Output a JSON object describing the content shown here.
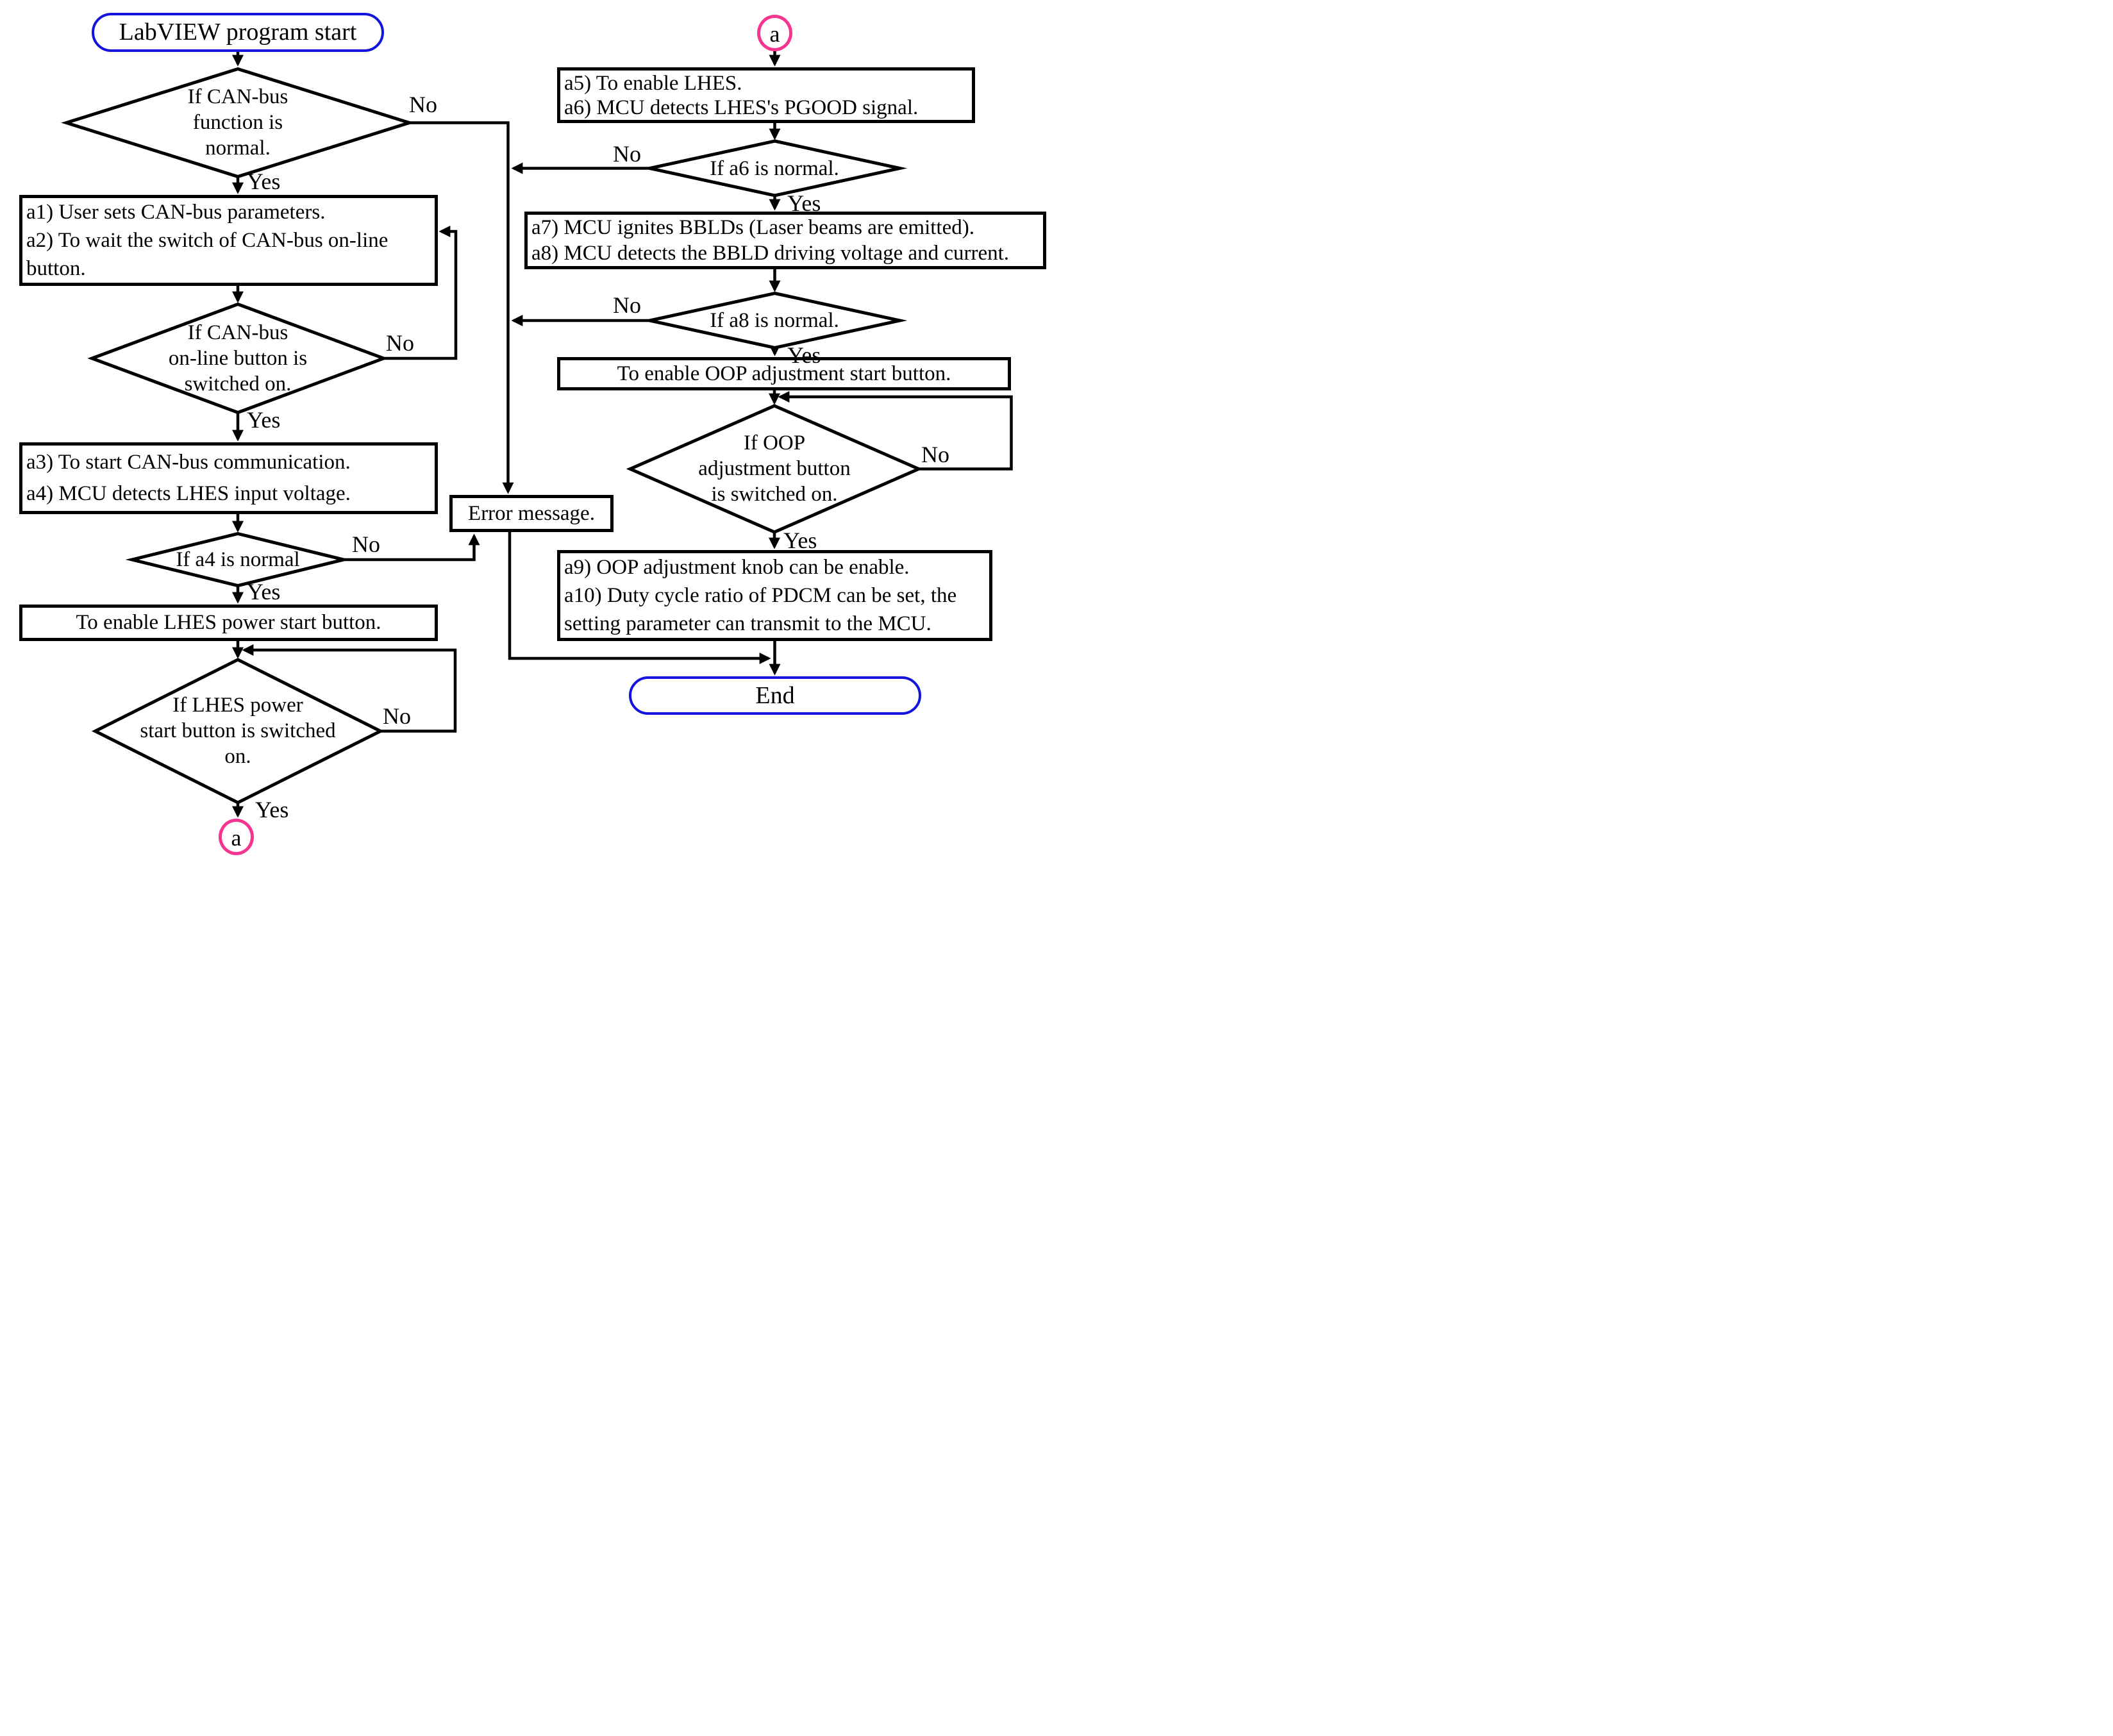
{
  "title": "LabVIEW control program flowchart",
  "labels": {
    "yes": "Yes",
    "no": "No"
  },
  "colors": {
    "terminator_border": "#1414dc",
    "connector_border": "#f5358f",
    "shape_stroke": "#000000",
    "background": "#ffffff"
  },
  "nodes": {
    "start": {
      "label": "LabVIEW program start"
    },
    "d1": {
      "lines": [
        "If CAN-bus",
        "function is",
        "normal."
      ]
    },
    "a12": {
      "lines": [
        "a1) User sets CAN-bus parameters.",
        "a2) To wait the switch of CAN-bus on-line",
        "button."
      ]
    },
    "d2": {
      "lines": [
        "If CAN-bus",
        "on-line button is",
        "switched on."
      ]
    },
    "a34": {
      "lines": [
        "a3) To start CAN-bus communication.",
        "a4) MCU detects LHES input voltage."
      ]
    },
    "d3": {
      "lines": [
        "If a4 is normal"
      ]
    },
    "lhes": {
      "label": "To enable LHES power start button."
    },
    "d4": {
      "lines": [
        "If LHES power",
        "start button is switched",
        "on."
      ]
    },
    "connector_a_bottom": {
      "label": "a"
    },
    "connector_a_top": {
      "label": "a"
    },
    "a56": {
      "lines": [
        "a5) To enable LHES.",
        "a6) MCU detects LHES's PGOOD signal."
      ]
    },
    "d5": {
      "lines": [
        "If a6 is normal."
      ]
    },
    "a78": {
      "lines": [
        "a7) MCU ignites BBLDs (Laser beams are emitted).",
        "a8) MCU detects the BBLD driving voltage and current."
      ]
    },
    "d6": {
      "lines": [
        "If a8 is normal."
      ]
    },
    "oop": {
      "label": "To enable OOP adjustment start button."
    },
    "d7": {
      "lines": [
        "If OOP",
        "adjustment button",
        "is switched on."
      ]
    },
    "a910": {
      "lines": [
        "a9) OOP adjustment knob can be enable.",
        "a10) Duty cycle ratio of PDCM can be set, the",
        "setting parameter can transmit to the MCU."
      ]
    },
    "error": {
      "label": "Error message."
    },
    "end": {
      "label": "End"
    }
  }
}
